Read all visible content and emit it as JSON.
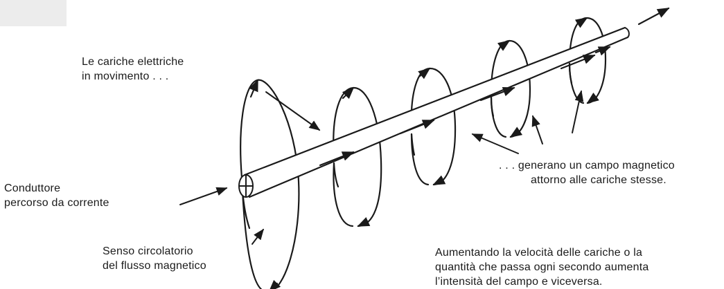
{
  "labels": {
    "charges_line1": "Le cariche elettriche",
    "charges_line2": "in movimento . . .",
    "conductor_line1": "Conduttore",
    "conductor_line2": "percorso da corrente",
    "sense_line1": "Senso circolatorio",
    "sense_line2": "del flusso magnetico",
    "generate_line1": ". . . generano un campo magnetico",
    "generate_line2": "attorno alle cariche stesse.",
    "increase_line1": "Aumentando la velocità delle cariche o la",
    "increase_line2": "quantità che passa ogni secondo aumenta",
    "increase_line3": "l’intensità del campo e viceversa."
  },
  "colors": {
    "ink": "#1a1a1a",
    "background": "#ffffff"
  },
  "icons": {
    "current_symbol": "circle-plus-icon"
  }
}
